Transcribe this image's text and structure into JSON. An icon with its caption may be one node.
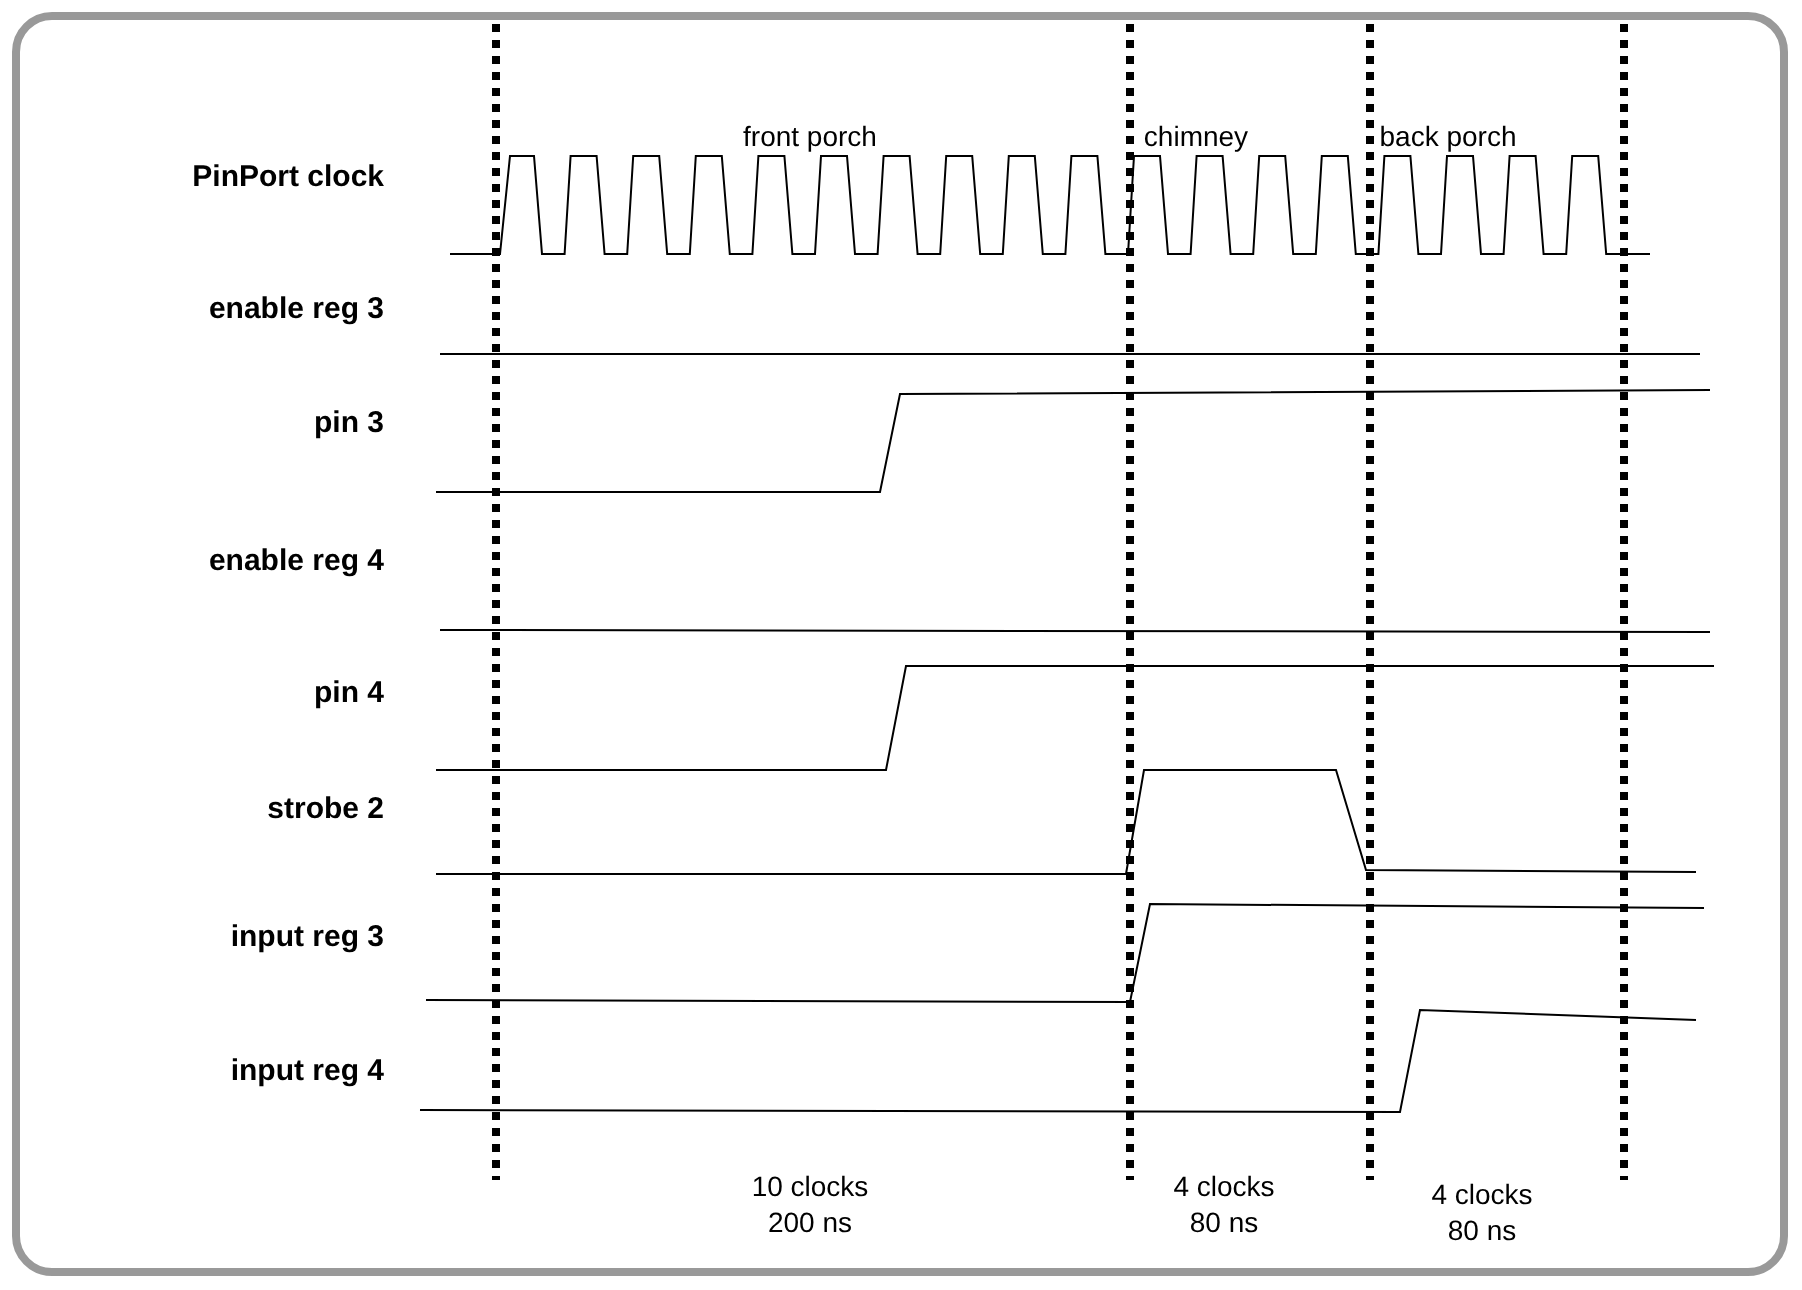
{
  "diagram": {
    "labels": [
      "front porch",
      "chimney",
      "back porch",
      "PinPort clock",
      "enable reg 3",
      "pin 3",
      "enable reg 4",
      "pin 4",
      "strobe 2",
      "input reg 3",
      "input reg 4",
      "10 clocks 200 ns",
      "4 clocks 80 ns",
      "4 clocks 80 ns"
    ]
  }
}
